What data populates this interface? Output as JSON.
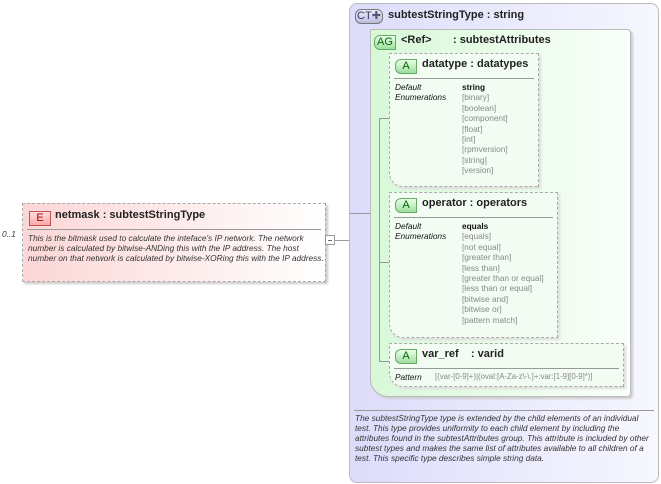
{
  "element": {
    "badge": "E",
    "title": "netmask : subtestStringType",
    "cardinality": "0..1",
    "description": "This is the bitmask used to calculate the inteface's IP network.  The network number is calculated by bitwise-ANDing this with the IP address. The host number on that network is calculated by bitwise-XORing this with the IP address."
  },
  "complex_type": {
    "badge": "CT",
    "title": "subtestStringType : string",
    "description": "The subtestStringType type is extended by the child elements of an individual test.  This type provides uniformity to each child element by including the attributes found in the subtestAttributes group.  This attribute is included by other subtest types and makes the same list of attributes available to all children of a test.  This specific type describes simple string data."
  },
  "attribute_group": {
    "badge": "AG",
    "ref": "<Ref>",
    "title": ": subtestAttributes"
  },
  "attributes": [
    {
      "badge": "A",
      "title": "datatype : datatypes",
      "default_label": "Default",
      "enum_label": "Enumerations",
      "default": "string",
      "enumerations": [
        "[binary]",
        "[boolean]",
        "[component]",
        "[float]",
        "[int]",
        "[rpmversion]",
        "[string]",
        "[version]"
      ]
    },
    {
      "badge": "A",
      "title": "operator : operators",
      "default_label": "Default",
      "enum_label": "Enumerations",
      "default": "equals",
      "enumerations": [
        "[equals]",
        "[not equal]",
        "[greater than]",
        "[less than]",
        "[greater than or equal]",
        "[less than or equal]",
        "[bitwise and]",
        "[bitwise or]",
        "[pattern match]"
      ]
    },
    {
      "badge": "A",
      "title": "var_ref    : varid",
      "pattern_label": "Pattern",
      "pattern": "[(var-[0-9]+)|(oval:[A-Za-z\\-\\.]+:var:[1-9][0-9]*)]"
    }
  ]
}
